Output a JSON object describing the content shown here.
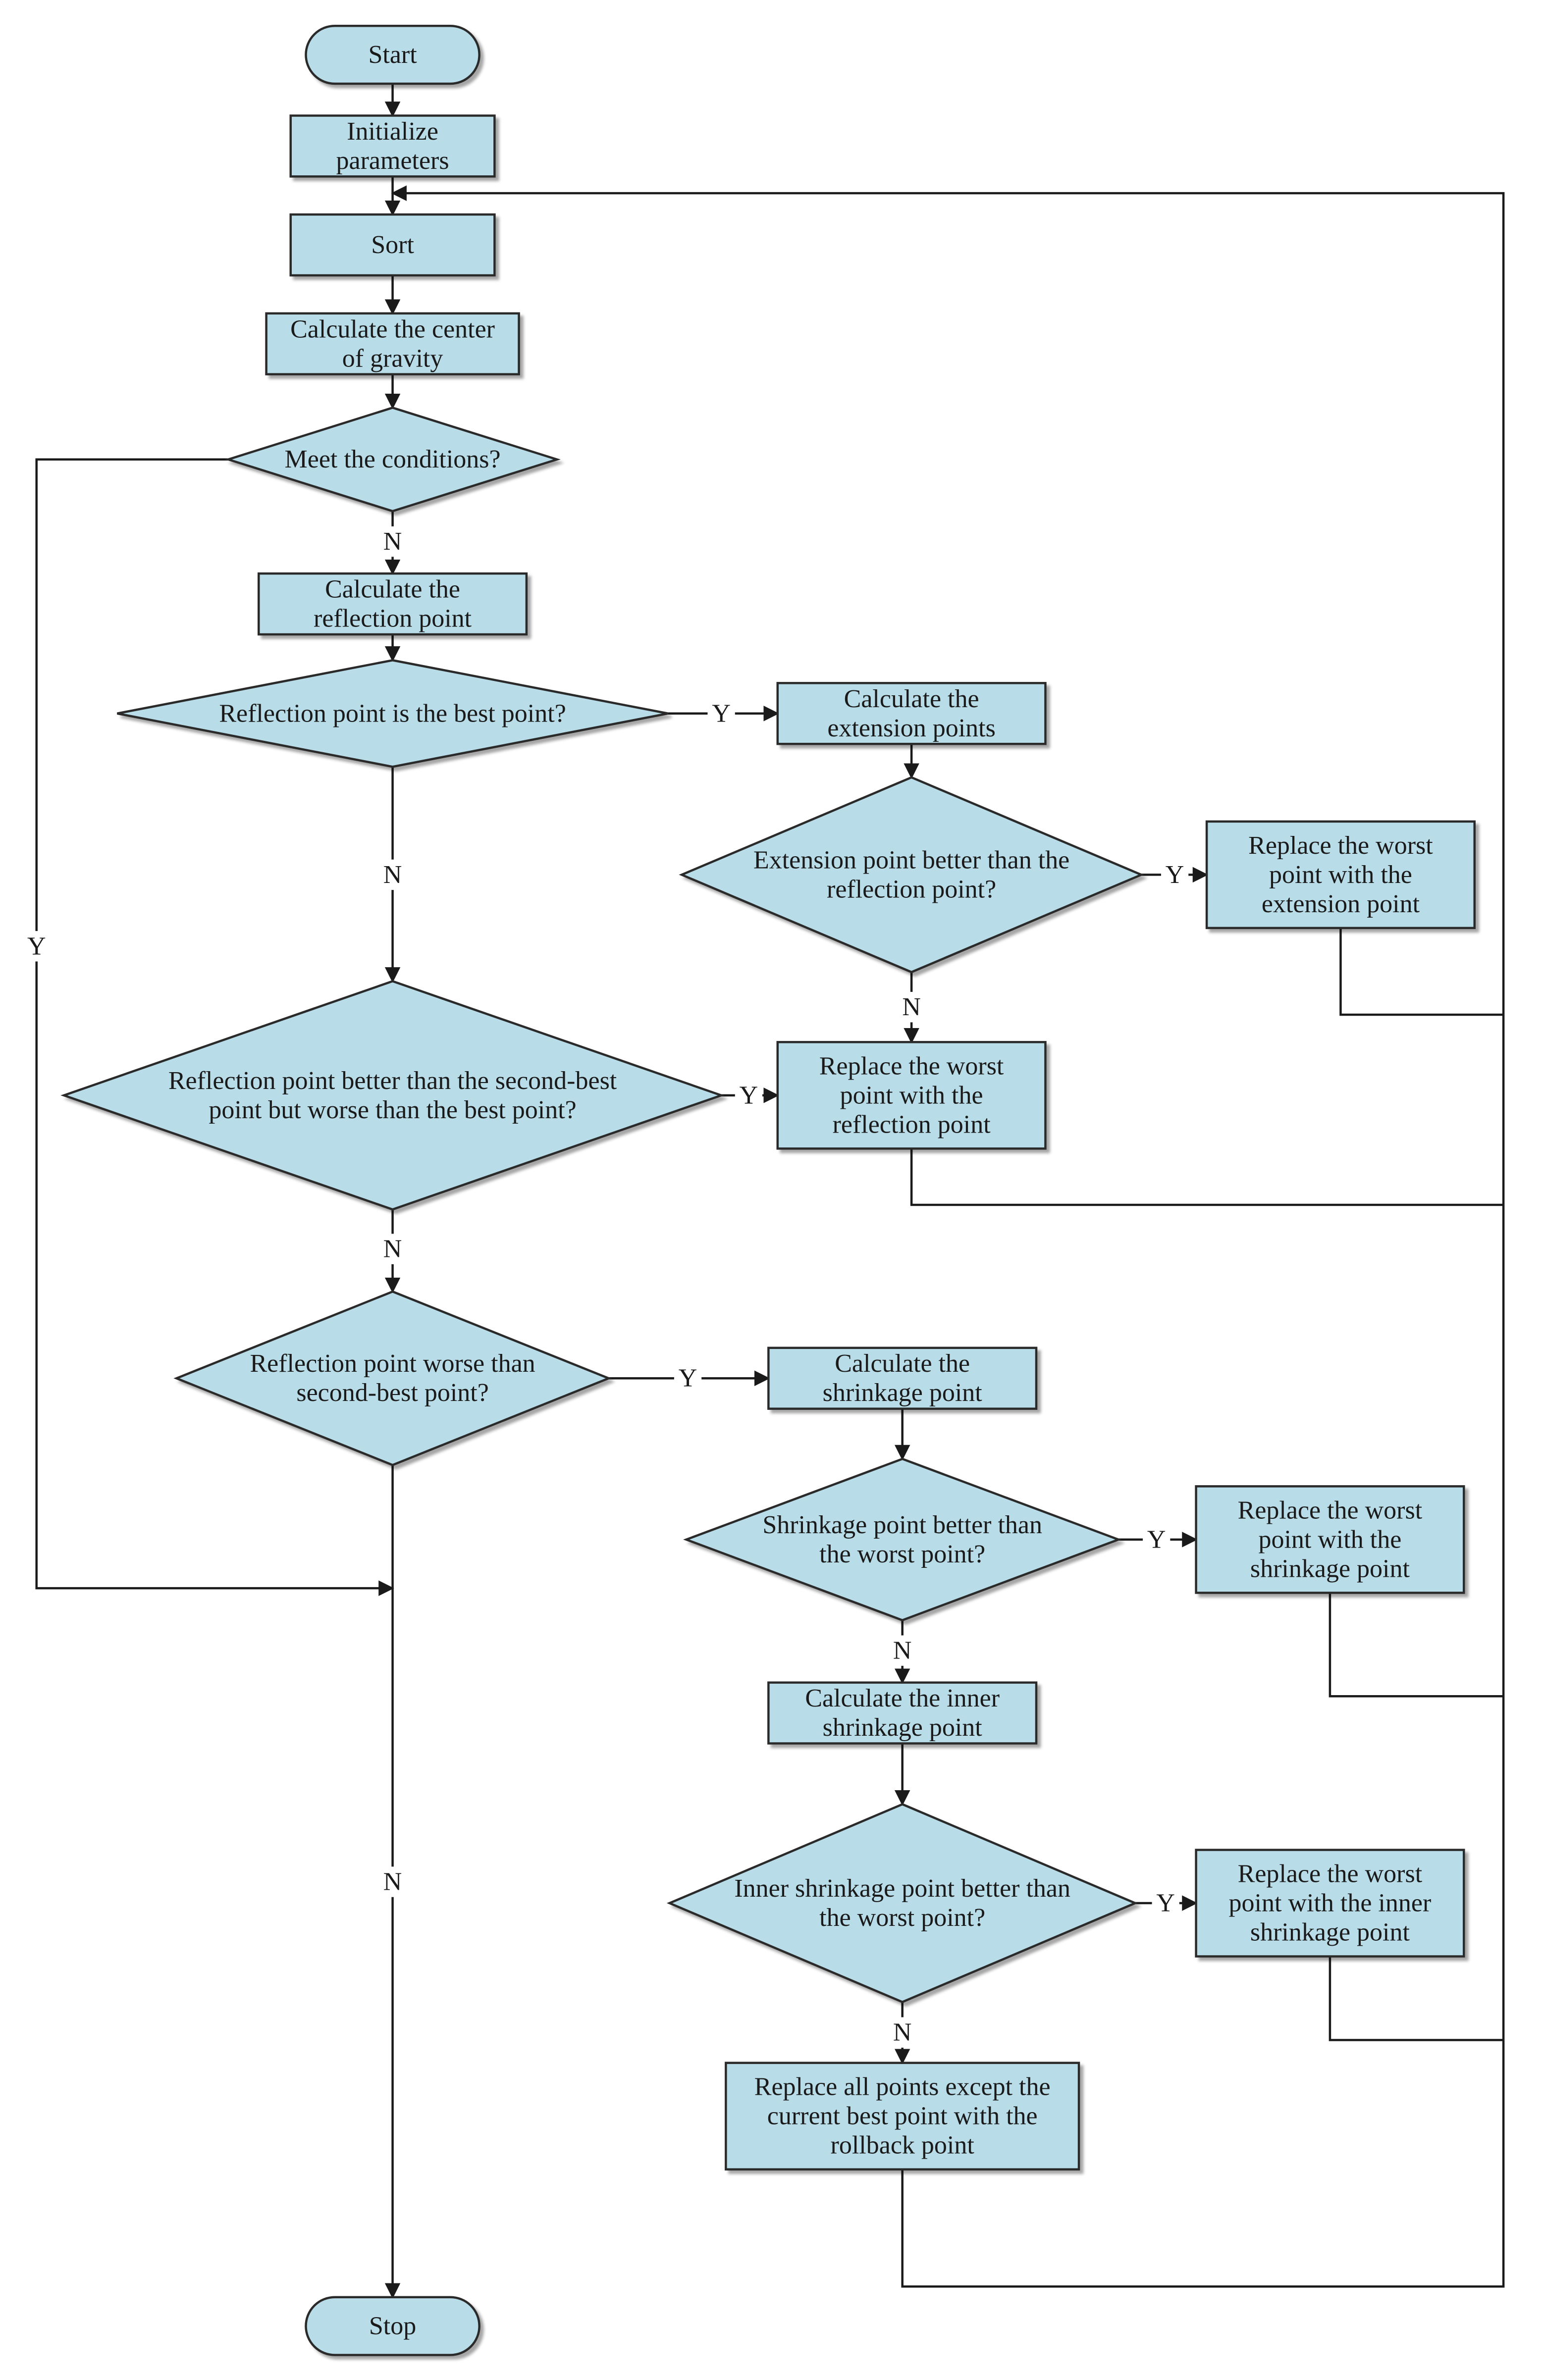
{
  "diagram": {
    "type": "flowchart",
    "colors": {
      "node_fill": "#b8dde8",
      "node_stroke": "#2a2a2a",
      "line": "#1a1a1a",
      "text": "#1a1a1a"
    },
    "nodes": {
      "start": {
        "shape": "terminal",
        "lines": [
          "Start"
        ]
      },
      "init": {
        "shape": "process",
        "lines": [
          "Initialize",
          "parameters"
        ]
      },
      "sort": {
        "shape": "process",
        "lines": [
          "Sort"
        ]
      },
      "centroid": {
        "shape": "process",
        "lines": [
          "Calculate the center",
          "of gravity"
        ]
      },
      "cond": {
        "shape": "decision",
        "lines": [
          "Meet the conditions?"
        ]
      },
      "reflect": {
        "shape": "process",
        "lines": [
          "Calculate the",
          "reflection point"
        ]
      },
      "d_best": {
        "shape": "decision",
        "lines": [
          "Reflection point is the best point?"
        ]
      },
      "extension": {
        "shape": "process",
        "lines": [
          "Calculate the",
          "extension points"
        ]
      },
      "d_ext": {
        "shape": "decision",
        "lines": [
          "Extension point better than the",
          "reflection point?"
        ]
      },
      "rep_ext": {
        "shape": "process",
        "lines": [
          "Replace the worst",
          "point with the",
          "extension point"
        ]
      },
      "d_second": {
        "shape": "decision",
        "lines": [
          "Reflection point better than the second-best",
          "point but worse than the best point?"
        ]
      },
      "rep_ref": {
        "shape": "process",
        "lines": [
          "Replace the worst",
          "point with the",
          "reflection point"
        ]
      },
      "d_worse": {
        "shape": "decision",
        "lines": [
          "Reflection point worse than",
          "second-best point?"
        ]
      },
      "shrink": {
        "shape": "process",
        "lines": [
          "Calculate the",
          "shrinkage point"
        ]
      },
      "d_shrink": {
        "shape": "decision",
        "lines": [
          "Shrinkage point better than",
          "the worst point?"
        ]
      },
      "rep_shrink": {
        "shape": "process",
        "lines": [
          "Replace the worst",
          "point with the",
          "shrinkage point"
        ]
      },
      "inner": {
        "shape": "process",
        "lines": [
          "Calculate the inner",
          "shrinkage point"
        ]
      },
      "d_inner": {
        "shape": "decision",
        "lines": [
          "Inner shrinkage point better than",
          "the worst point?"
        ]
      },
      "rep_inner": {
        "shape": "process",
        "lines": [
          "Replace the worst",
          "point with the inner",
          "shrinkage point"
        ]
      },
      "rollback": {
        "shape": "process",
        "lines": [
          "Replace all points except the",
          "current best point with the",
          "rollback point"
        ]
      },
      "stop": {
        "shape": "terminal",
        "lines": [
          "Stop"
        ]
      }
    },
    "edge_labels": {
      "yes": "Y",
      "no": "N"
    }
  }
}
